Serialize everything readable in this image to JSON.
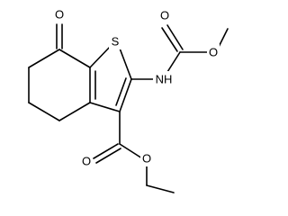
{
  "molecule": {
    "atoms": {
      "o_ketone": "O",
      "sulfur": "S",
      "nh": "NH",
      "o_carbamate_carbonyl": "O",
      "o_carbamate_ether": "O",
      "o_ester_carbonyl": "O",
      "o_ester_ether": "O"
    },
    "colors": {
      "bond": "#000000",
      "label": "#000000",
      "background": "#ffffff"
    }
  }
}
